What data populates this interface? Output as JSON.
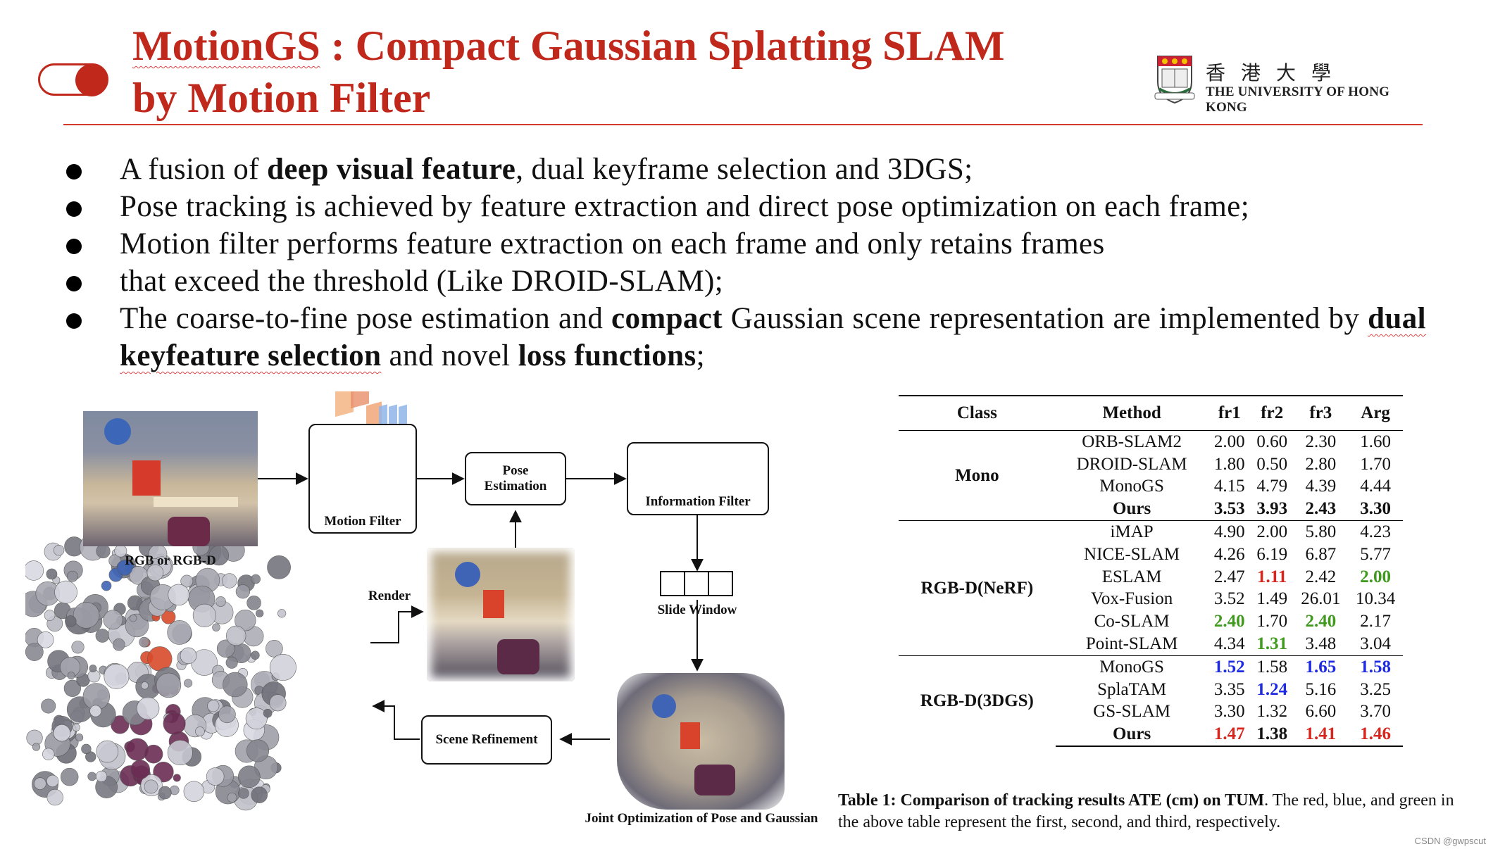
{
  "title": {
    "line1_part1": "MotionGS",
    "line1_part2": " : Compact Gaussian Splatting SLAM",
    "line2": "by Motion Filter"
  },
  "logo": {
    "chinese": "香港大學",
    "english": "THE UNIVERSITY OF HONG KONG",
    "icon": "university-crest-icon"
  },
  "bullets": [
    {
      "segments": [
        {
          "text": "A fusion of ",
          "bold": false
        },
        {
          "text": "deep visual feature",
          "bold": true
        },
        {
          "text": ", dual keyframe selection and 3DGS;",
          "bold": false
        }
      ]
    },
    {
      "segments": [
        {
          "text": "Pose tracking is achieved by feature extraction and direct pose optimization on each frame;",
          "bold": false
        }
      ]
    },
    {
      "segments": [
        {
          "text": "Motion  filter  performs feature extraction on each frame and only retains frames",
          "bold": false
        }
      ]
    },
    {
      "segments": [
        {
          "text": "that exceed the threshold (Like DROID-SLAM);",
          "bold": false
        }
      ]
    },
    {
      "segments": [
        {
          "text": "The  coarse-to-fine  pose  estimation  and  ",
          "bold": false
        },
        {
          "text": "compact",
          "bold": true
        },
        {
          "text": "  Gaussian  scene  representation  are implemented by ",
          "bold": false
        },
        {
          "text": "dual keyfeature selection",
          "bold": true
        },
        {
          "text": " and novel ",
          "bold": false
        },
        {
          "text": "loss functions",
          "bold": true
        },
        {
          "text": ";",
          "bold": false
        }
      ]
    }
  ],
  "diagram": {
    "input_label": "RGB or RGB-D",
    "motion_filter": "Motion Filter",
    "pose_estimation_line1": "Pose",
    "pose_estimation_line2": "Estimation",
    "information_filter": "Information Filter",
    "slide_window": "Slide Window",
    "render": "Render",
    "scene_refinement": "Scene Refinement",
    "joint_optimization": "Joint Optimization of Pose and Gaussian"
  },
  "table": {
    "headers": [
      "Class",
      "Method",
      "fr1",
      "fr2",
      "fr3",
      "Arg"
    ],
    "groups": [
      {
        "class": "Mono",
        "rows": [
          {
            "method": "ORB-SLAM2",
            "bold": false,
            "cells": [
              {
                "v": "2.00",
                "c": ""
              },
              {
                "v": "0.60",
                "c": ""
              },
              {
                "v": "2.30",
                "c": ""
              },
              {
                "v": "1.60",
                "c": ""
              }
            ]
          },
          {
            "method": "DROID-SLAM",
            "bold": false,
            "cells": [
              {
                "v": "1.80",
                "c": ""
              },
              {
                "v": "0.50",
                "c": ""
              },
              {
                "v": "2.80",
                "c": ""
              },
              {
                "v": "1.70",
                "c": ""
              }
            ]
          },
          {
            "method": "MonoGS",
            "bold": false,
            "cells": [
              {
                "v": "4.15",
                "c": ""
              },
              {
                "v": "4.79",
                "c": ""
              },
              {
                "v": "4.39",
                "c": ""
              },
              {
                "v": "4.44",
                "c": ""
              }
            ]
          },
          {
            "method": "Ours",
            "bold": true,
            "cells": [
              {
                "v": "3.53",
                "c": "bold"
              },
              {
                "v": "3.93",
                "c": "bold"
              },
              {
                "v": "2.43",
                "c": "bold"
              },
              {
                "v": "3.30",
                "c": "bold"
              }
            ]
          }
        ]
      },
      {
        "class": "RGB-D(NeRF)",
        "rows": [
          {
            "method": "iMAP",
            "bold": false,
            "cells": [
              {
                "v": "4.90",
                "c": ""
              },
              {
                "v": "2.00",
                "c": ""
              },
              {
                "v": "5.80",
                "c": ""
              },
              {
                "v": "4.23",
                "c": ""
              }
            ]
          },
          {
            "method": "NICE-SLAM",
            "bold": false,
            "cells": [
              {
                "v": "4.26",
                "c": ""
              },
              {
                "v": "6.19",
                "c": ""
              },
              {
                "v": "6.87",
                "c": ""
              },
              {
                "v": "5.77",
                "c": ""
              }
            ]
          },
          {
            "method": "ESLAM",
            "bold": false,
            "cells": [
              {
                "v": "2.47",
                "c": ""
              },
              {
                "v": "1.11",
                "c": "red"
              },
              {
                "v": "2.42",
                "c": ""
              },
              {
                "v": "2.00",
                "c": "green"
              }
            ]
          },
          {
            "method": "Vox-Fusion",
            "bold": false,
            "cells": [
              {
                "v": "3.52",
                "c": ""
              },
              {
                "v": "1.49",
                "c": ""
              },
              {
                "v": "26.01",
                "c": ""
              },
              {
                "v": "10.34",
                "c": ""
              }
            ]
          },
          {
            "method": "Co-SLAM",
            "bold": false,
            "cells": [
              {
                "v": "2.40",
                "c": "green"
              },
              {
                "v": "1.70",
                "c": ""
              },
              {
                "v": "2.40",
                "c": "green"
              },
              {
                "v": "2.17",
                "c": ""
              }
            ]
          },
          {
            "method": "Point-SLAM",
            "bold": false,
            "cells": [
              {
                "v": "4.34",
                "c": ""
              },
              {
                "v": "1.31",
                "c": "green"
              },
              {
                "v": "3.48",
                "c": ""
              },
              {
                "v": "3.04",
                "c": ""
              }
            ]
          }
        ]
      },
      {
        "class": "RGB-D(3DGS)",
        "rows": [
          {
            "method": "MonoGS",
            "bold": false,
            "cells": [
              {
                "v": "1.52",
                "c": "blue"
              },
              {
                "v": "1.58",
                "c": ""
              },
              {
                "v": "1.65",
                "c": "blue"
              },
              {
                "v": "1.58",
                "c": "blue"
              }
            ]
          },
          {
            "method": "SplaTAM",
            "bold": false,
            "cells": [
              {
                "v": "3.35",
                "c": ""
              },
              {
                "v": "1.24",
                "c": "blue"
              },
              {
                "v": "5.16",
                "c": ""
              },
              {
                "v": "3.25",
                "c": ""
              }
            ]
          },
          {
            "method": "GS-SLAM",
            "bold": false,
            "cells": [
              {
                "v": "3.30",
                "c": ""
              },
              {
                "v": "1.32",
                "c": ""
              },
              {
                "v": "6.60",
                "c": ""
              },
              {
                "v": "3.70",
                "c": ""
              }
            ]
          },
          {
            "method": "Ours",
            "bold": true,
            "cells": [
              {
                "v": "1.47",
                "c": "red"
              },
              {
                "v": "1.38",
                "c": "bold"
              },
              {
                "v": "1.41",
                "c": "red"
              },
              {
                "v": "1.46",
                "c": "red"
              }
            ]
          }
        ]
      }
    ]
  },
  "caption": {
    "bold": "Table 1: Comparison of tracking results ATE (cm) on TUM",
    "rest": ". The red, blue, and green in the above table represent the first, second, and third, respectively."
  },
  "credit": "CSDN @gwpscut",
  "colors": {
    "accent": "#c0281c",
    "first": "#d7261e",
    "second": "#1f2be0",
    "third": "#3f9a1e"
  }
}
